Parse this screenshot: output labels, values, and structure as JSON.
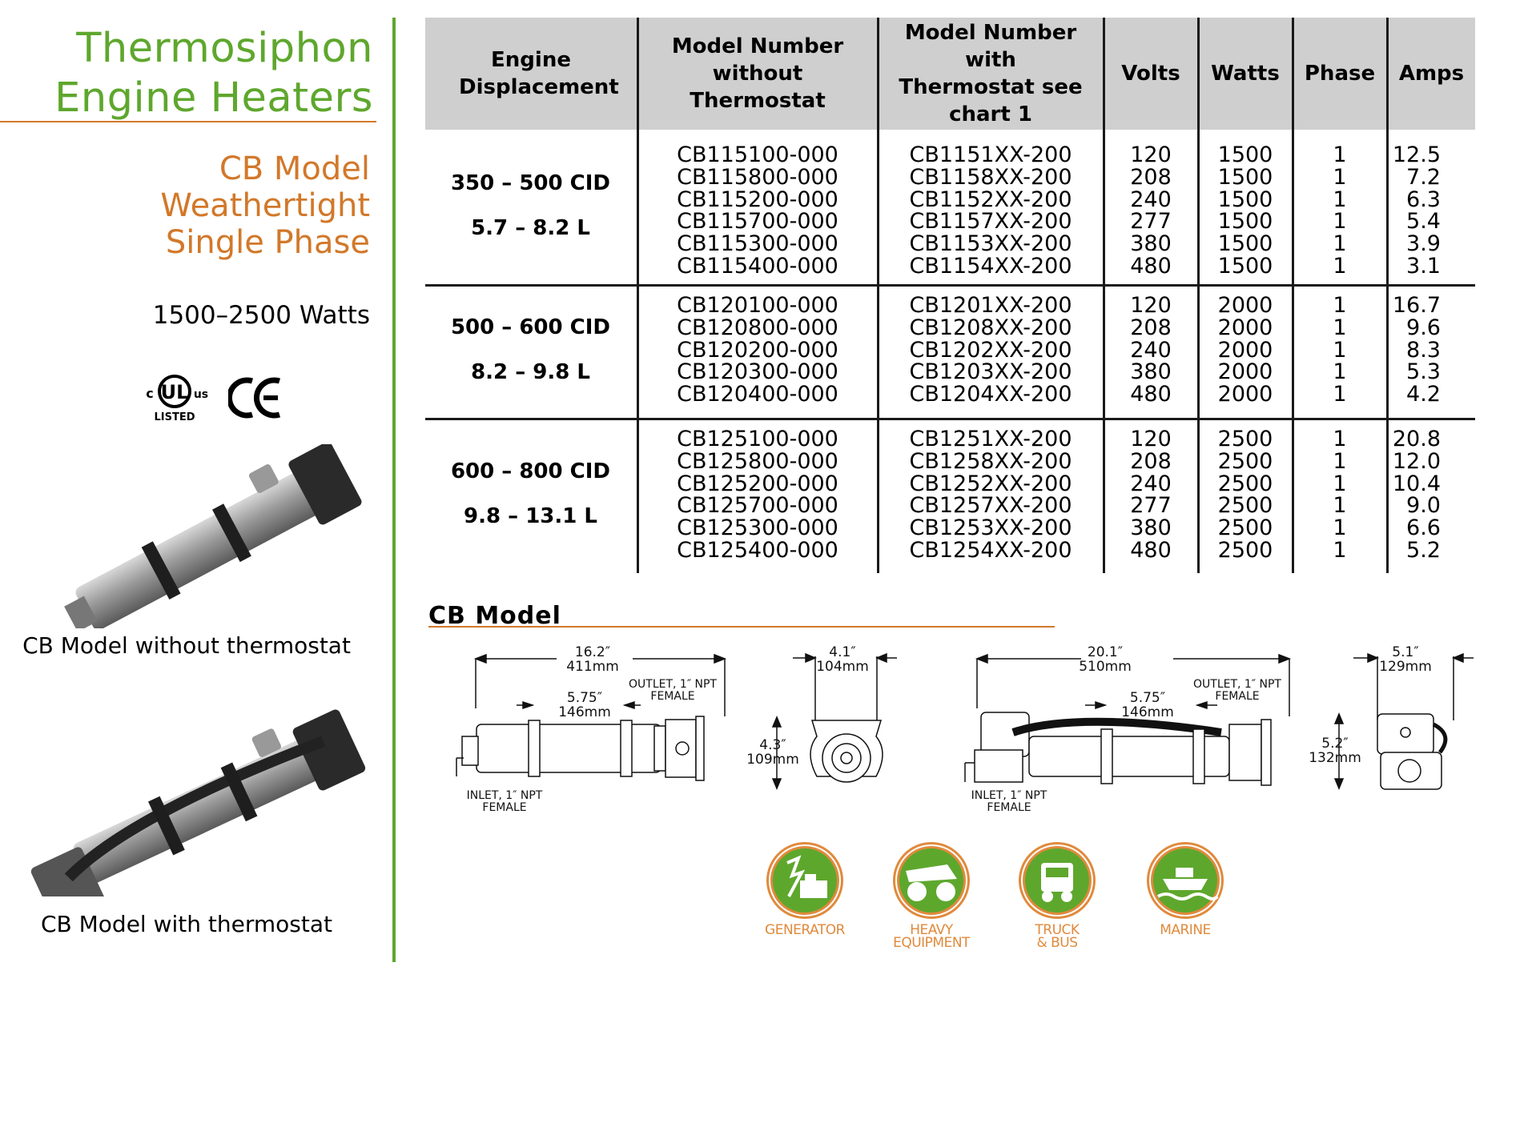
{
  "title": [
    "Thermosiphon",
    "Engine Heaters"
  ],
  "subtitle": [
    "CB Model",
    "Weathertight",
    "Single Phase"
  ],
  "watts_range": "1500–2500 Watts",
  "certifications": {
    "ul": {
      "c": "c",
      "ul": "UL",
      "us": "us",
      "listed": "LISTED"
    },
    "ce": "CE"
  },
  "captions": {
    "without": "CB Model without thermostat",
    "with": "CB Model with thermostat"
  },
  "table": {
    "headers": {
      "displacement": "Engine Displacement",
      "without": "Model Number without Thermostat",
      "with": "Model Number with Thermostat see chart 1",
      "volts": "Volts",
      "watts": "Watts",
      "phase": "Phase",
      "amps": "Amps"
    },
    "groups": [
      {
        "cid": "350 – 500 CID",
        "liters": "5.7 – 8.2 L",
        "without": [
          "CB115100-000",
          "CB115800-000",
          "CB115200-000",
          "CB115700-000",
          "CB115300-000",
          "CB115400-000"
        ],
        "with": [
          "CB1151XX-200",
          "CB1158XX-200",
          "CB1152XX-200",
          "CB1157XX-200",
          "CB1153XX-200",
          "CB1154XX-200"
        ],
        "volts": [
          "120",
          "208",
          "240",
          "277",
          "380",
          "480"
        ],
        "watts": [
          "1500",
          "1500",
          "1500",
          "1500",
          "1500",
          "1500"
        ],
        "phase": [
          "1",
          "1",
          "1",
          "1",
          "1",
          "1"
        ],
        "amps": [
          "12.5",
          "7.2",
          "6.3",
          "5.4",
          "3.9",
          "3.1"
        ]
      },
      {
        "cid": "500 – 600 CID",
        "liters": "8.2 – 9.8 L",
        "without": [
          "CB120100-000",
          "CB120800-000",
          "CB120200-000",
          "CB120300-000",
          "CB120400-000"
        ],
        "with": [
          "CB1201XX-200",
          "CB1208XX-200",
          "CB1202XX-200",
          "CB1203XX-200",
          "CB1204XX-200"
        ],
        "volts": [
          "120",
          "208",
          "240",
          "380",
          "480"
        ],
        "watts": [
          "2000",
          "2000",
          "2000",
          "2000",
          "2000"
        ],
        "phase": [
          "1",
          "1",
          "1",
          "1",
          "1"
        ],
        "amps": [
          "16.7",
          "9.6",
          "8.3",
          "5.3",
          "4.2"
        ]
      },
      {
        "cid": "600 – 800 CID",
        "liters": "9.8 – 13.1 L",
        "without": [
          "CB125100-000",
          "CB125800-000",
          "CB125200-000",
          "CB125700-000",
          "CB125300-000",
          "CB125400-000"
        ],
        "with": [
          "CB1251XX-200",
          "CB1258XX-200",
          "CB1252XX-200",
          "CB1257XX-200",
          "CB1253XX-200",
          "CB1254XX-200"
        ],
        "volts": [
          "120",
          "208",
          "240",
          "277",
          "380",
          "480"
        ],
        "watts": [
          "2500",
          "2500",
          "2500",
          "2500",
          "2500",
          "2500"
        ],
        "phase": [
          "1",
          "1",
          "1",
          "1",
          "1",
          "1"
        ],
        "amps": [
          "20.8",
          "12.0",
          "10.4",
          "9.0",
          "6.6",
          "5.2"
        ]
      }
    ]
  },
  "drawings": {
    "heading": "CB Model",
    "a": {
      "len_in": "16.2″",
      "len_mm": "411mm",
      "clamp_in": "5.75″",
      "clamp_mm": "146mm",
      "outlet": "OUTLET, 1″ NPT",
      "outlet2": "FEMALE",
      "inlet": "INLET, 1″ NPT",
      "inlet2": "FEMALE"
    },
    "a_end": {
      "w_in": "4.1″",
      "w_mm": "104mm",
      "h_in": "4.3″",
      "h_mm": "109mm"
    },
    "b": {
      "len_in": "20.1″",
      "len_mm": "510mm",
      "clamp_in": "5.75″",
      "clamp_mm": "146mm",
      "outlet": "OUTLET, 1″ NPT",
      "outlet2": "FEMALE",
      "inlet": "INLET, 1″ NPT",
      "inlet2": "FEMALE"
    },
    "b_end": {
      "w_in": "5.1″",
      "w_mm": "129mm",
      "h_in": "5.2″",
      "h_mm": "132mm"
    }
  },
  "applications": [
    {
      "icon": "generator-icon",
      "label": [
        "GENERATOR"
      ]
    },
    {
      "icon": "heavy-equipment-icon",
      "label": [
        "HEAVY",
        "EQUIPMENT"
      ]
    },
    {
      "icon": "truck-bus-icon",
      "label": [
        "TRUCK",
        "& BUS"
      ]
    },
    {
      "icon": "marine-icon",
      "label": [
        "MARINE"
      ]
    }
  ],
  "colors": {
    "green": "#5ea72d",
    "orange": "#d2782a",
    "header_gray": "#cfcfcf"
  }
}
